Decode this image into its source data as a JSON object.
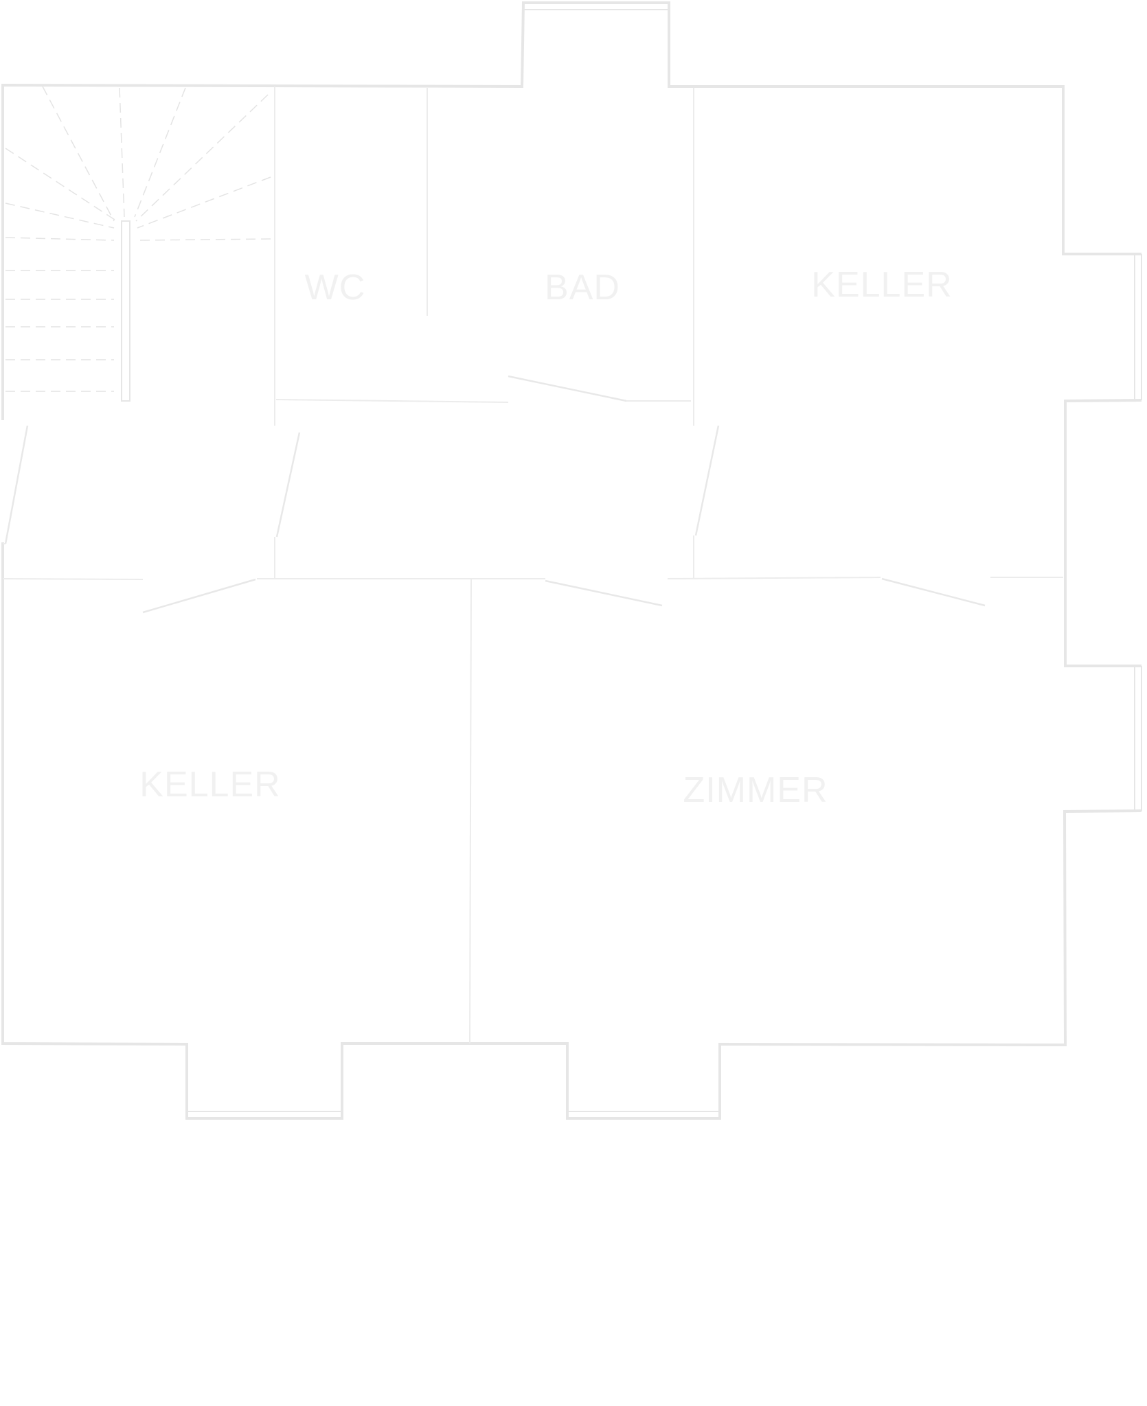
{
  "rooms": [
    {
      "id": "wc",
      "label": "WC"
    },
    {
      "id": "bad",
      "label": "BAD"
    },
    {
      "id": "keller-top",
      "label": "KELLER"
    },
    {
      "id": "keller-bottom",
      "label": "KELLER"
    },
    {
      "id": "zimmer",
      "label": "ZIMMER"
    }
  ],
  "colors": {
    "background": "#ffffff",
    "walls": "#e6e6e6",
    "labels": "#f1f1f1"
  }
}
